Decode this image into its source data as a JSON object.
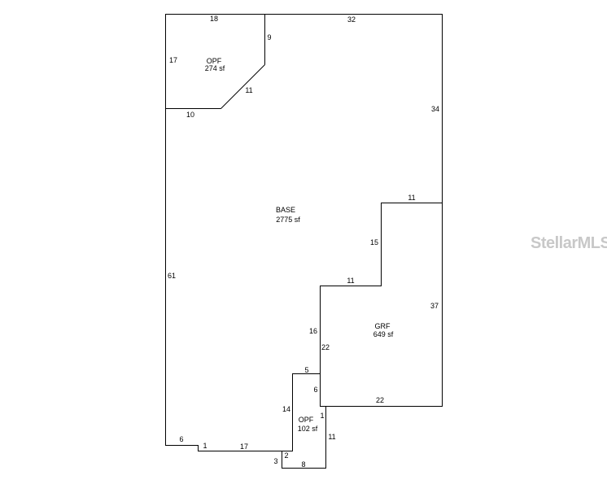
{
  "areas": {
    "opf_top": {
      "name": "OPF",
      "size": "274 sf"
    },
    "base": {
      "name": "BASE",
      "size": "2775 sf"
    },
    "grf": {
      "name": "GRF",
      "size": "649 sf"
    },
    "opf_bottom": {
      "name": "OPF",
      "size": "102 sf"
    }
  },
  "dimensions": {
    "opf_top_width": "18",
    "opf_top_side": "9",
    "top_right": "32",
    "opf_top_left": "17",
    "opf_top_diagonal": "11",
    "opf_top_bottom": "10",
    "right_upper": "34",
    "right_step": "11",
    "step_vertical": "15",
    "step_horizontal": "11",
    "left_side": "61",
    "grf_right": "37",
    "grf_left_upper": "16",
    "grf_left_lower": "22",
    "opf_small_top": "5",
    "grf_left_short": "6",
    "grf_bottom": "22",
    "opf_bottom_left": "14",
    "opf_bottom_right_small": "1",
    "opf_bottom_right": "11",
    "bottom_left_short": "6",
    "bottom_notch": "1",
    "bottom_run": "17",
    "bottom_step_small": "2",
    "bottom_step_left": "3",
    "bottom_step_width": "8"
  },
  "watermark": "StellarMLS"
}
